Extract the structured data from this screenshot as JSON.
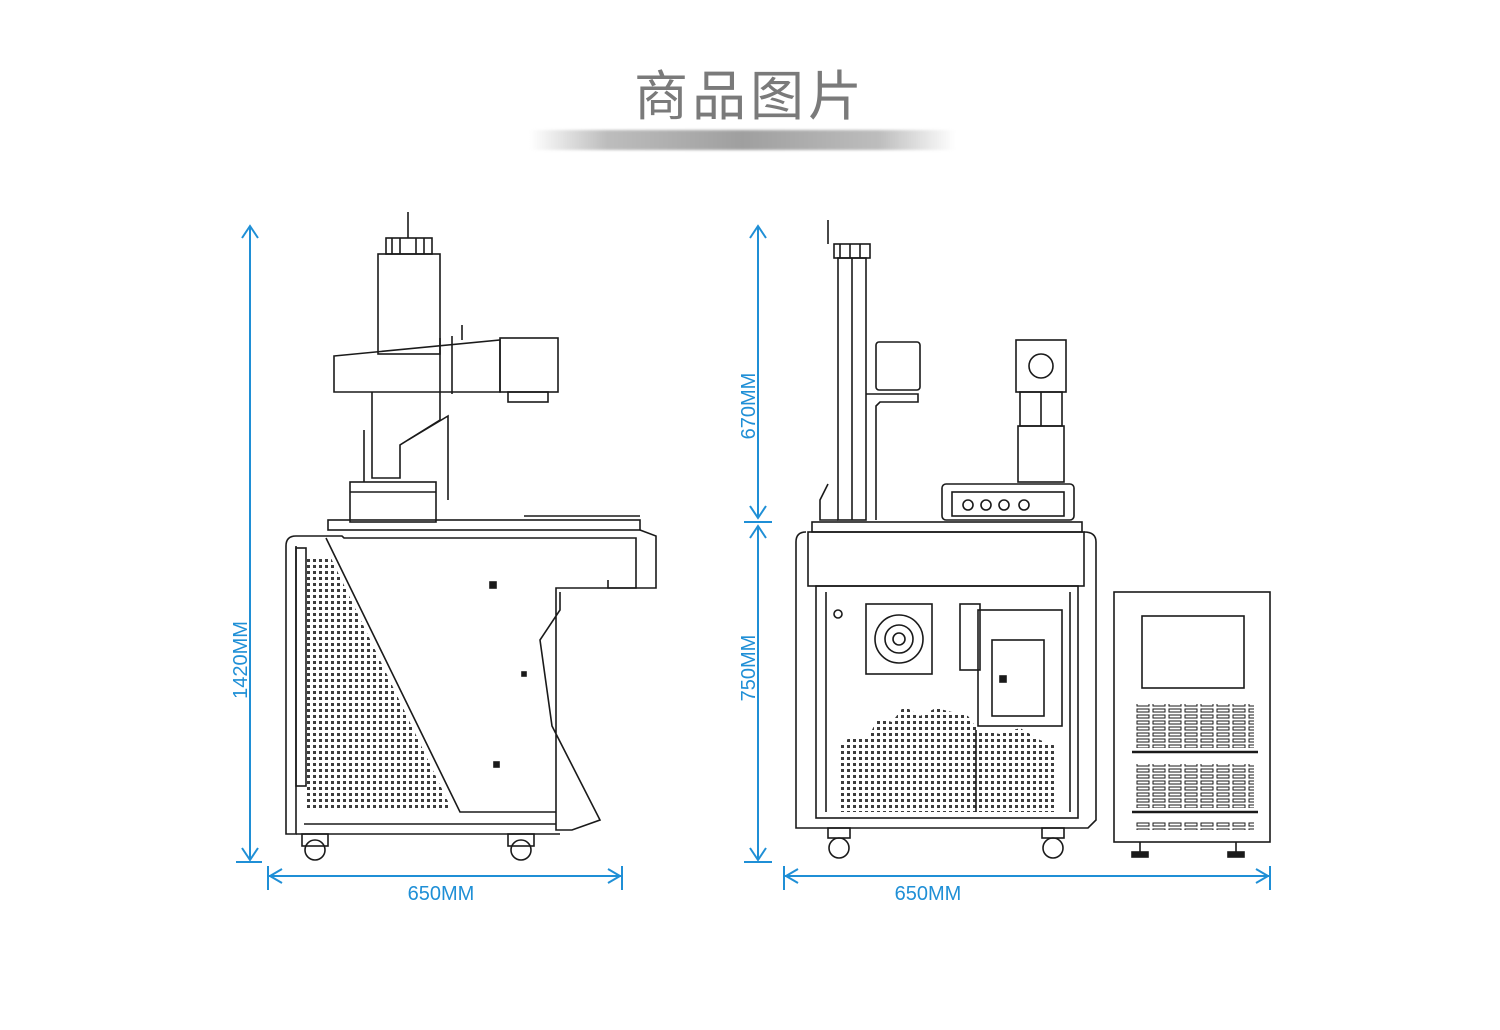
{
  "header": {
    "title": "商品图片"
  },
  "dimensions": {
    "left_height": "1420MM",
    "left_width": "650MM",
    "right_upper_height": "670MM",
    "right_lower_height": "750MM",
    "right_width": "650MM"
  },
  "colors": {
    "dimension_line": "#1f8fd6",
    "drawing_line": "#1a1a1a",
    "title": "#7a7a7a"
  }
}
